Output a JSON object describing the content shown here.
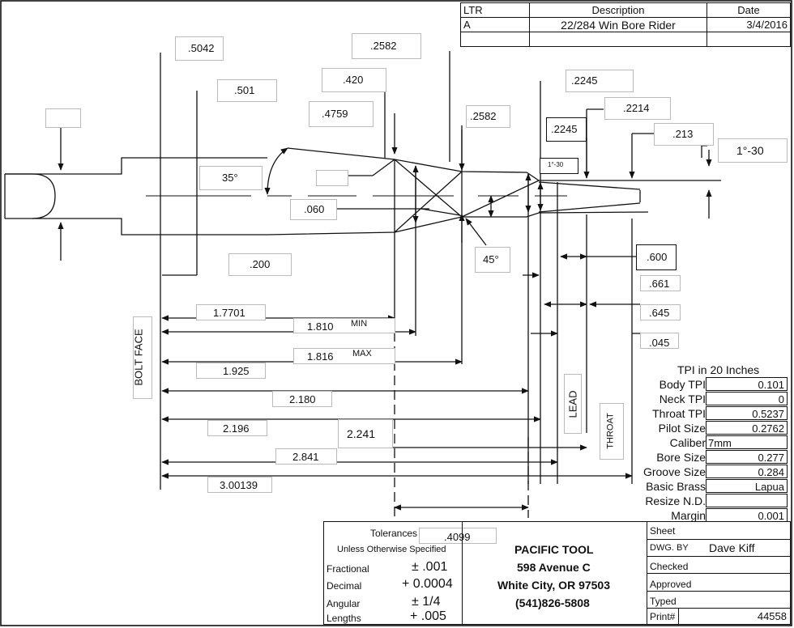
{
  "revision_block": {
    "headers": {
      "ltr": "LTR",
      "description": "Description",
      "date": "Date"
    },
    "row": {
      "ltr": "A",
      "description": "22/284 Win Bore Rider",
      "date": "3/4/2016"
    }
  },
  "dimensions": {
    "d_5042": ".5042",
    "d_2582_top": ".2582",
    "d_501": ".501",
    "d_420": ".420",
    "d_4759": ".4759",
    "d_2582_mid": ".2582",
    "d_2245_top": ".2245",
    "d_2214": ".2214",
    "d_2245_box": ".2245",
    "d_213": ".213",
    "angle_1_30_small": "1°-30",
    "angle_1_30": "1°-30",
    "angle_35": "35°",
    "d_060": ".060",
    "angle_45": "45°",
    "d_200": ".200",
    "d_600": ".600",
    "d_661": ".661",
    "d_645": ".645",
    "d_045": ".045",
    "d_1_7701": "1.7701",
    "d_1_810": "1.810",
    "min_label": "MIN",
    "d_1_816": "1.816",
    "max_label": "MAX",
    "d_1_925": "1.925",
    "d_2_180": "2.180",
    "d_2_196": "2.196",
    "d_2_241": "2.241",
    "d_2_841": "2.841",
    "d_3_00139": "3.00139",
    "d_4099": ".4099"
  },
  "labels": {
    "bolt_face": "BOLT FACE",
    "lead": "LEAD",
    "throat": "THROAT"
  },
  "specs": {
    "title": "TPI in 20 Inches",
    "rows": [
      {
        "label": "Body TPI",
        "value": "0.101"
      },
      {
        "label": "Neck TPI",
        "value": "0"
      },
      {
        "label": "Throat TPI",
        "value": "0.5237"
      },
      {
        "label": "Pilot Size",
        "value": "0.2762"
      },
      {
        "label": "Caliber",
        "value": "7mm"
      },
      {
        "label": "Bore Size",
        "value": "0.277"
      },
      {
        "label": "Groove Size",
        "value": "0.284"
      },
      {
        "label": "Basic Brass",
        "value": "Lapua"
      },
      {
        "label": "Resize N.D.",
        "value": ""
      },
      {
        "label": "Margin",
        "value": "0.001"
      }
    ]
  },
  "tolerances": {
    "title": "Tolerances",
    "subtitle": "Unless Otherwise Specified",
    "rows": [
      {
        "label": "Fractional",
        "value": "± .001"
      },
      {
        "label": "Decimal",
        "value": "+ 0.0004"
      },
      {
        "label": "Angular",
        "value": "± 1/4"
      },
      {
        "label": "Lengths",
        "value": "+ .005"
      }
    ]
  },
  "company": {
    "name": "PACIFIC TOOL",
    "address": "598 Avenue C",
    "city": "White City, OR 97503",
    "phone": "(541)826-5808"
  },
  "sign_off": {
    "sheet_label": "Sheet",
    "drawn_label": "DWG. BY",
    "drawn_by": "Dave Kiff",
    "checked_label": "Checked",
    "approved_label": "Approved",
    "typed_label": "Typed",
    "print_label": "Print#",
    "print_number": "44558"
  }
}
